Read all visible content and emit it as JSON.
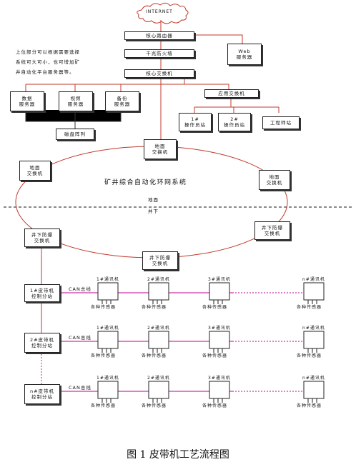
{
  "internet": "INTERNET",
  "note": "上位部分可以根据需要选择\n系统可大可小，也可增加矿\n井自动化平台服务器等。",
  "nodes": {
    "core_router": "核心路由器",
    "firewall": "千兆防火墙",
    "core_switch": "核心交换机",
    "web_server": "Web\n服务器",
    "data_server": "数据\n服务器",
    "video_server": "视频\n服务器",
    "backup_server": "备份\n服务器",
    "disk_array": "磁盘阵列",
    "app_switch": "应用交换机",
    "op_station_1": "1#\n操作员站",
    "op_station_2": "2#\n操作员站",
    "eng_station": "工程师站",
    "ground_switch_top": "地面\n交换机",
    "ground_switch_left": "地面\n交换机",
    "ground_switch_right": "地面\n交换机",
    "ug_switch_left": "井下防爆\n交换机",
    "ug_switch_right": "井下防爆\n交换机",
    "ug_switch_bottom": "井下防爆\n交换机"
  },
  "ring_label": "矿井综合自动化环网系统",
  "divider": {
    "above": "地面",
    "below": "井下"
  },
  "controllers": [
    "1#皮带机\n控制分站",
    "2#皮带机\n控制分站",
    "n#皮带机\n控制分站"
  ],
  "can_label": "CAN总线",
  "comm_labels": [
    [
      "1#通讯机",
      "2#通讯机",
      "3#通讯机",
      "n#通讯机"
    ],
    [
      "1#通讯机",
      "2#通讯机",
      "3#通讯机",
      "n#通讯机"
    ],
    [
      "1#通讯机",
      "2#通讯机",
      "3#通讯机",
      "n#通讯机"
    ]
  ],
  "sensor_label": "各种传感器",
  "caption": "图 1  皮带机工艺流程图"
}
